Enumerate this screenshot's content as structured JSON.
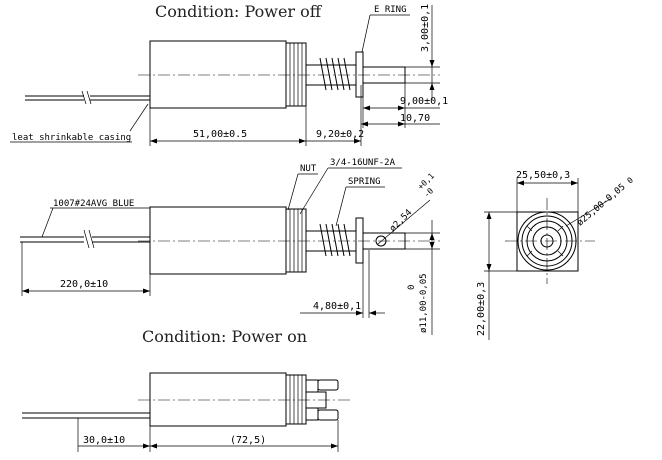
{
  "titles": {
    "power_off": "Condition: Power off",
    "power_on": "Condition: Power on"
  },
  "labels": {
    "e_ring": "E RING",
    "nut": "NUT",
    "thread": "3/4-16UNF-2A",
    "spring": "SPRING",
    "casing": "leat shrinkable casing",
    "wire": "1007#24AVG BLUE"
  },
  "dimensions": {
    "body_length": "51,00±0.5",
    "protrusion": "9,20±0,2",
    "plunger_length": "9,00±0,1",
    "overall_right": "10,70",
    "ring_gap": "3,00±0,1",
    "lead_length_mid": "220,0±10",
    "groove": "4,80±0,1",
    "shaft_dia": "ø2,54",
    "shaft_tol_upper": "+0,1",
    "shaft_tol_lower": "-0",
    "body_dia": "ø11,00-0,05",
    "body_dia_upper": "0",
    "width_across": "25,50±0,3",
    "outer_dia": "ø25,00-0,05",
    "outer_dia_upper": "0",
    "height": "22,00±0,3",
    "lead_length_bottom": "30,0±10",
    "total_length": "(72,5)"
  }
}
